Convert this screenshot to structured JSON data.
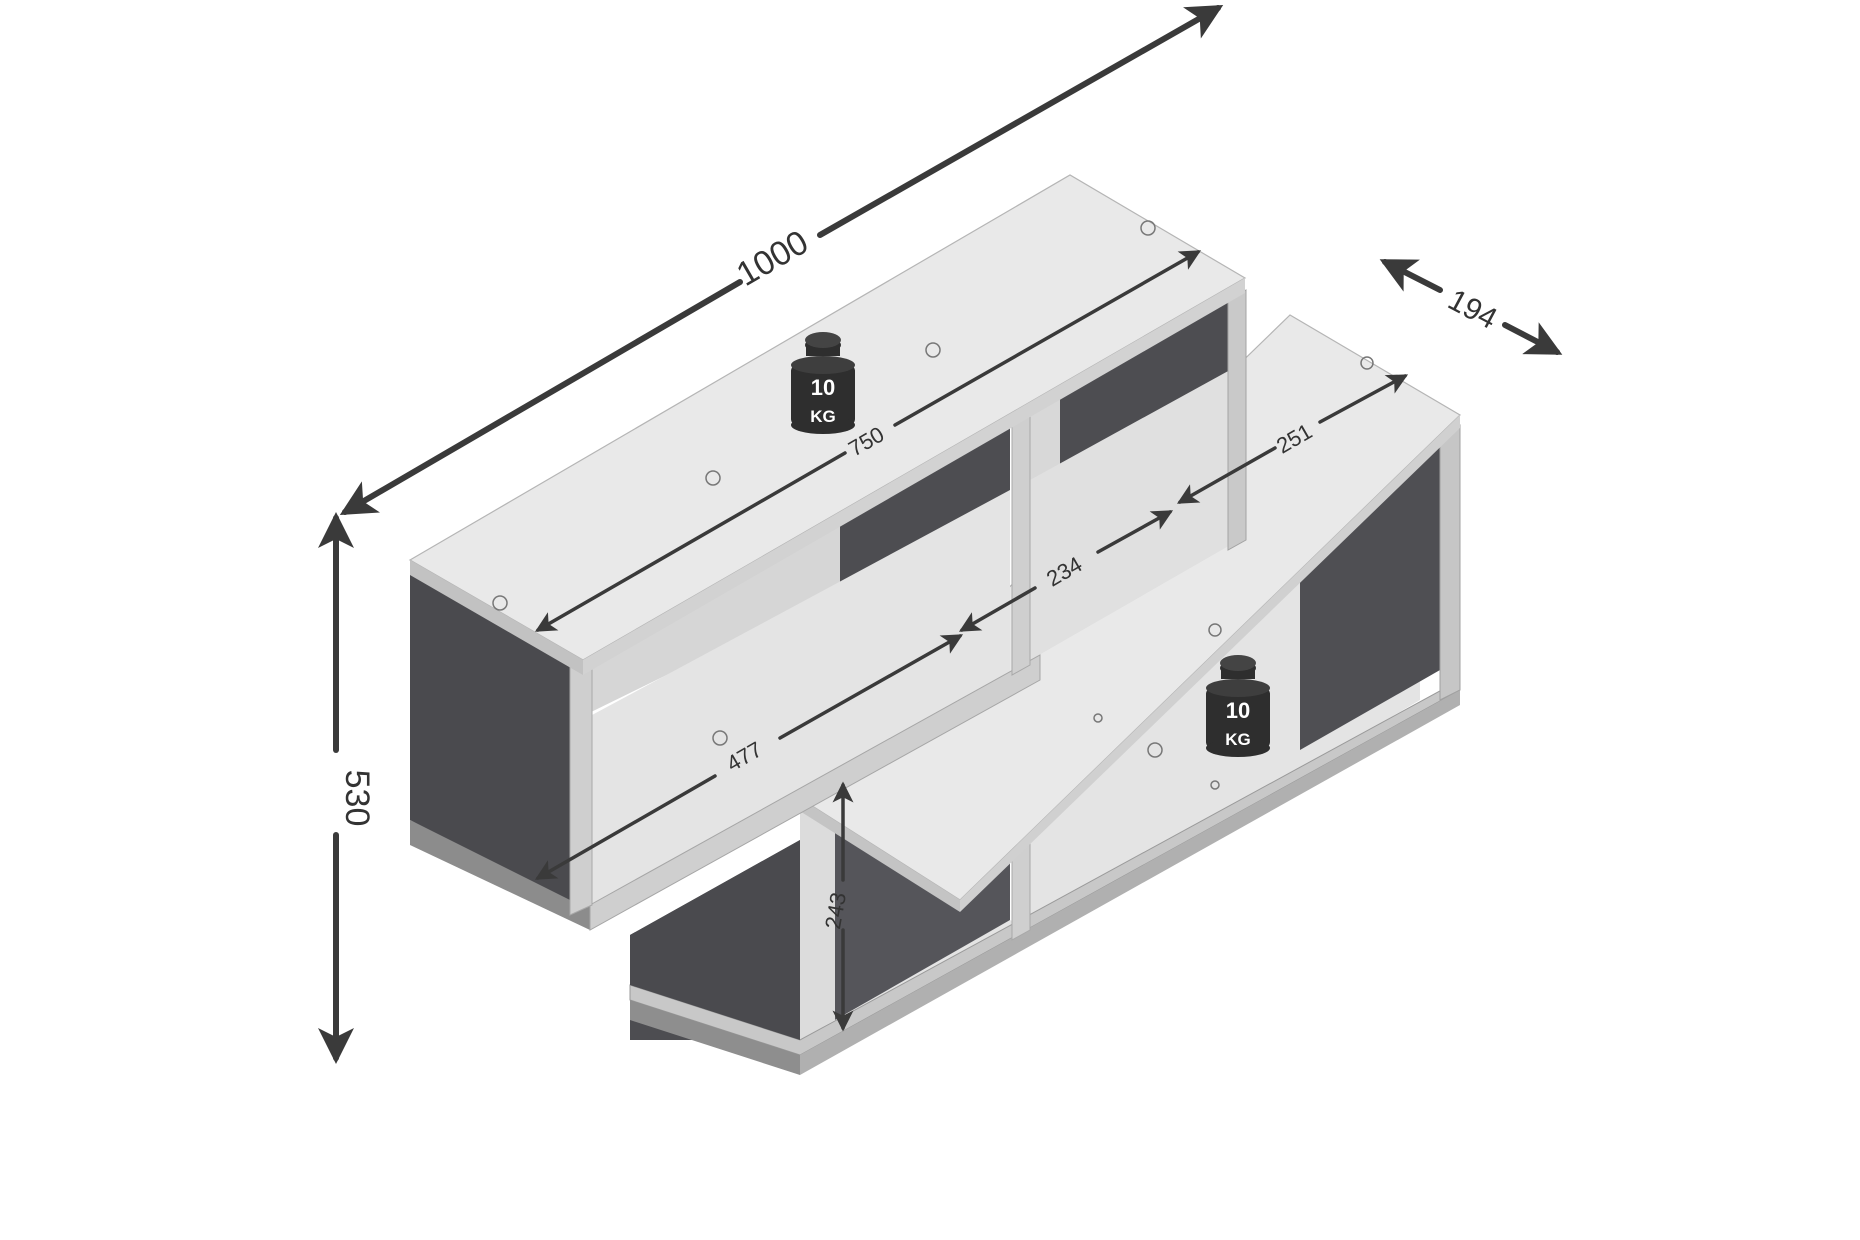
{
  "dimensions": {
    "width": "1000",
    "depth": "194",
    "height": "530",
    "top_shelf_length": "750",
    "right_top_depth": "251",
    "middle_gap": "234",
    "middle_shelf_length": "477",
    "lower_compartment_height": "243"
  },
  "weights": {
    "top_value": "10",
    "top_unit": "KG",
    "bottom_value": "10",
    "bottom_unit": "KG"
  },
  "colors": {
    "panel_light": "#e6e6e6",
    "panel_mid": "#d4d4d4",
    "panel_dark": "#4b4b4f",
    "interior_dark": "#5a5a5e",
    "edge": "#b8b8b8",
    "arrow": "#3a3a3a",
    "weight": "#2e2e2e"
  },
  "icons": {
    "weight": "weight-icon",
    "dimension_arrow": "double-arrow-icon"
  }
}
